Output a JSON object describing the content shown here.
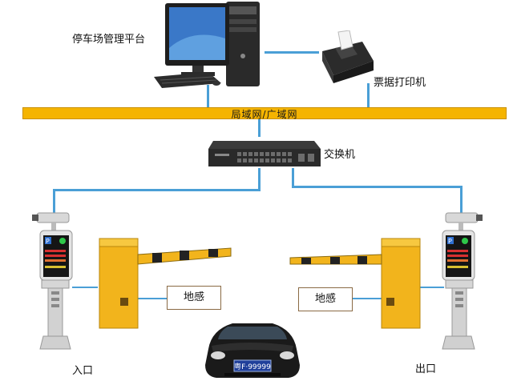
{
  "labels": {
    "platform": "停车场管理平台",
    "printer": "票据打印机",
    "network": "局域网/广域网",
    "switch": "交换机",
    "loop_left": "地感",
    "loop_right": "地感",
    "entrance": "入口",
    "exit": "出口"
  },
  "car": {
    "plate": "粤F·99999"
  },
  "colors": {
    "wire": "#4a9fd6",
    "network_bar": "#f5b400",
    "gate_body": "#f2b41c",
    "tag_border": "#8a6a44"
  }
}
